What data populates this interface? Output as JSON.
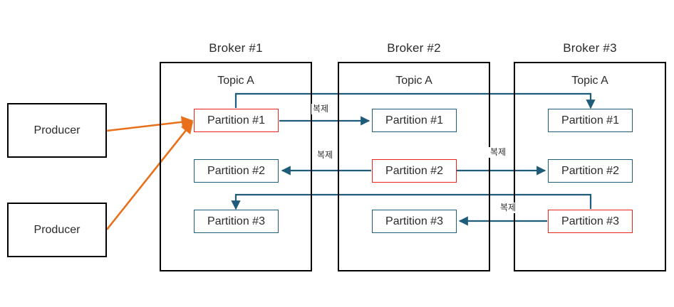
{
  "diagram": {
    "title_present": false,
    "colors": {
      "replication_line": "#1F5C7A",
      "producer_arrow": "#E8701A",
      "leader_border": "#E8251B",
      "follower_border": "#1F5C7A",
      "box_border": "#000000",
      "text": "#2b2b2b",
      "background": "#ffffff"
    },
    "brokers": [
      {
        "id": "broker-1",
        "title": "Broker #1",
        "topic": "Topic A",
        "partitions": [
          {
            "label": "Partition #1",
            "role": "leader"
          },
          {
            "label": "Partition #2",
            "role": "follower"
          },
          {
            "label": "Partition #3",
            "role": "follower"
          }
        ]
      },
      {
        "id": "broker-2",
        "title": "Broker #2",
        "topic": "Topic A",
        "partitions": [
          {
            "label": "Partition #1",
            "role": "follower"
          },
          {
            "label": "Partition #2",
            "role": "leader"
          },
          {
            "label": "Partition #3",
            "role": "follower"
          }
        ]
      },
      {
        "id": "broker-3",
        "title": "Broker #3",
        "topic": "Topic A",
        "partitions": [
          {
            "label": "Partition #1",
            "role": "follower"
          },
          {
            "label": "Partition #2",
            "role": "follower"
          },
          {
            "label": "Partition #3",
            "role": "leader"
          }
        ]
      }
    ],
    "producers": [
      {
        "id": "producer-1",
        "label": "Producer"
      },
      {
        "id": "producer-2",
        "label": "Producer"
      }
    ],
    "replication_labels": [
      {
        "id": "repl-b1-p1-to-b2",
        "text": "복제"
      },
      {
        "id": "repl-b2-p2-to-b1",
        "text": "복제"
      },
      {
        "id": "repl-b2-p2-to-b3",
        "text": "복제"
      },
      {
        "id": "repl-b3-p3-to-b2",
        "text": "복제"
      }
    ]
  }
}
